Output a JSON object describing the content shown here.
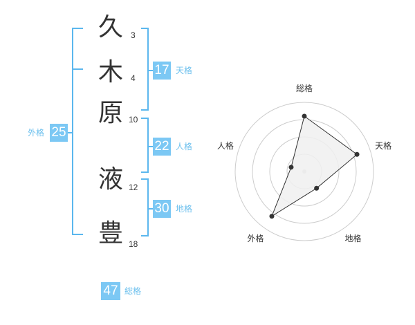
{
  "name": {
    "characters": [
      {
        "char": "久",
        "strokes": "3"
      },
      {
        "char": "木",
        "strokes": "4"
      },
      {
        "char": "原",
        "strokes": "10"
      },
      {
        "char": "液",
        "strokes": "12"
      },
      {
        "char": "豊",
        "strokes": "18"
      }
    ]
  },
  "kakusu": {
    "tenkaku": {
      "value": "17",
      "label": "天格"
    },
    "jinkaku": {
      "value": "22",
      "label": "人格"
    },
    "chikaku": {
      "value": "30",
      "label": "地格"
    },
    "gaikaku": {
      "value": "25",
      "label": "外格"
    },
    "soukaku": {
      "value": "47",
      "label": "総格"
    }
  },
  "chart_data": {
    "type": "radar",
    "axes": [
      "総格",
      "天格",
      "地格",
      "外格",
      "人格"
    ],
    "values": [
      4,
      4,
      1.5,
      4,
      1
    ],
    "max": 5,
    "rings": 4,
    "colors": {
      "fill": "#f0f0f0",
      "line": "#333333",
      "ring": "#cccccc",
      "point": "#333333"
    }
  }
}
